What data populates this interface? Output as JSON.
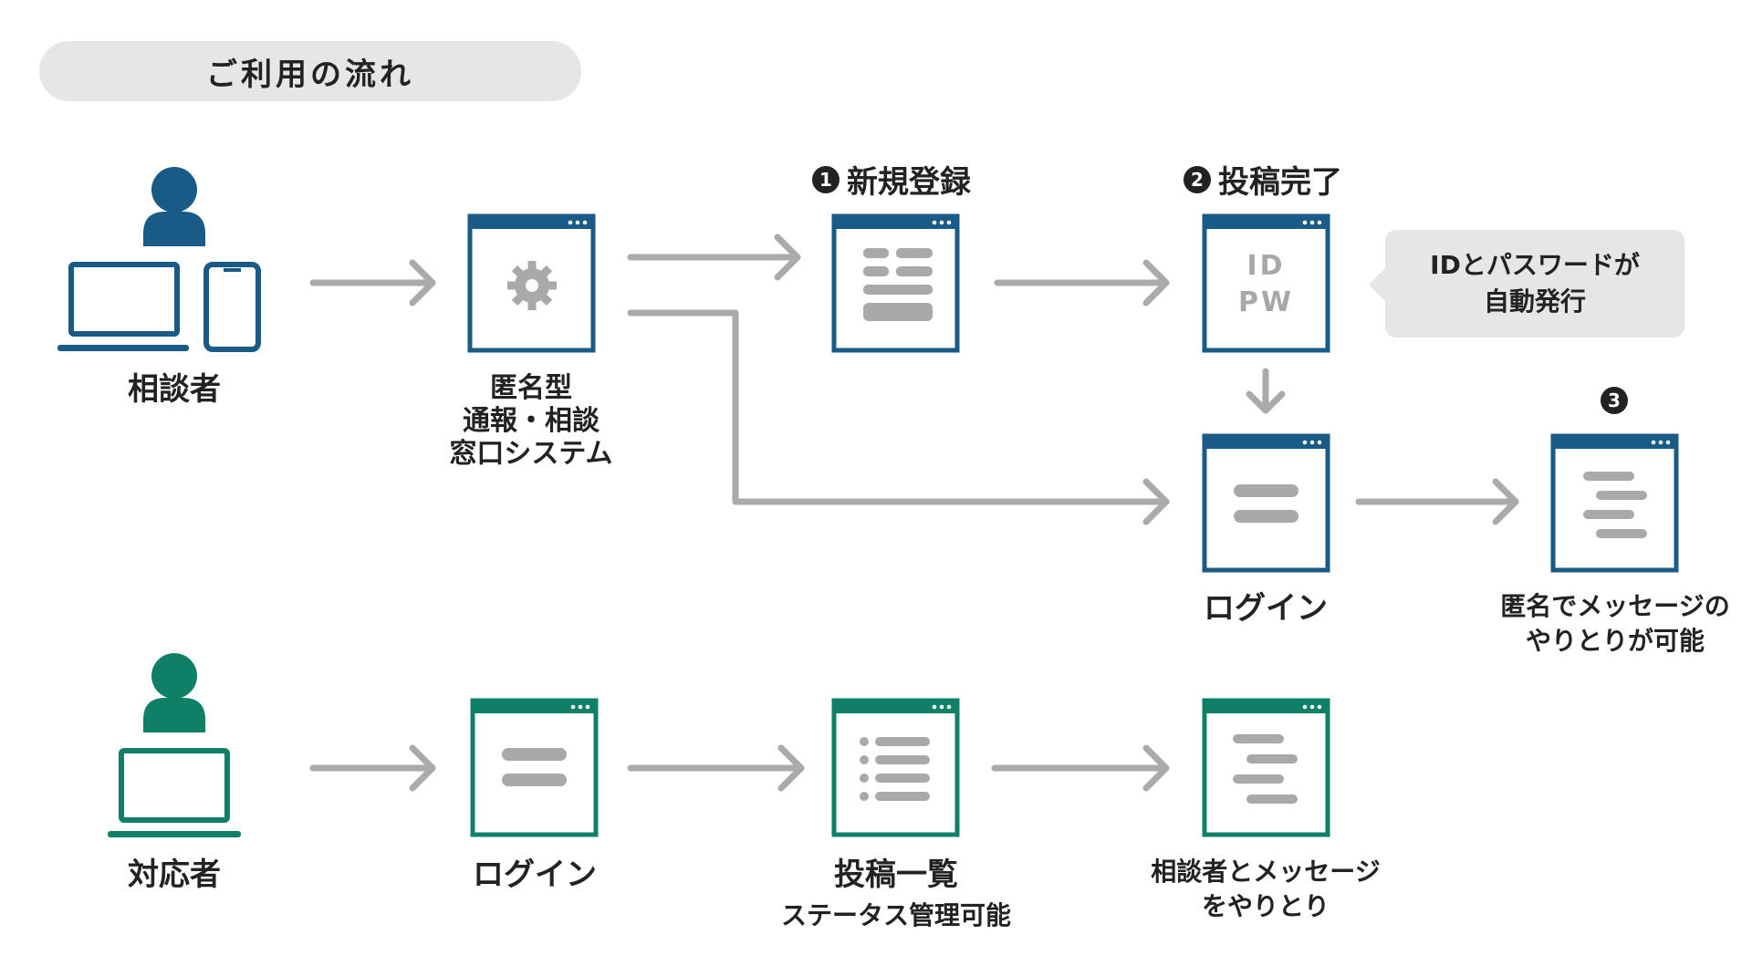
{
  "header": {
    "title": "ご利用の流れ"
  },
  "consultant": {
    "label": "相談者",
    "color": "#1a5a86",
    "system_label": "匿名型\n通報・相談\n窓口システム",
    "step1": {
      "number": "1",
      "label": "新規登録"
    },
    "step2": {
      "number": "2",
      "label": "投稿完了"
    },
    "id_text": "ID",
    "pw_text": "PW",
    "callout": {
      "line1": "IDとパスワードが",
      "line2": "自動発行"
    },
    "login_label": "ログイン",
    "step3": {
      "number": "3",
      "label": "匿名でメッセージの\nやりとりが可能"
    }
  },
  "responder": {
    "label": "対応者",
    "color": "#0f7f68",
    "login_label": "ログイン",
    "posts_label": "投稿一覧",
    "posts_sub": "ステータス管理可能",
    "message_label": "相談者とメッセージ\nをやりとり"
  },
  "colors": {
    "blue": "#1a5a86",
    "green": "#0f7f68",
    "arrow": "#aaaaaa",
    "content_bar": "#a9a9a9",
    "pill_bg": "#e6e6e6"
  },
  "icons": [
    "person-icon",
    "laptop-icon",
    "smartphone-icon",
    "gear-icon",
    "browser-window-icon",
    "arrow-right-icon",
    "arrow-down-icon"
  ]
}
